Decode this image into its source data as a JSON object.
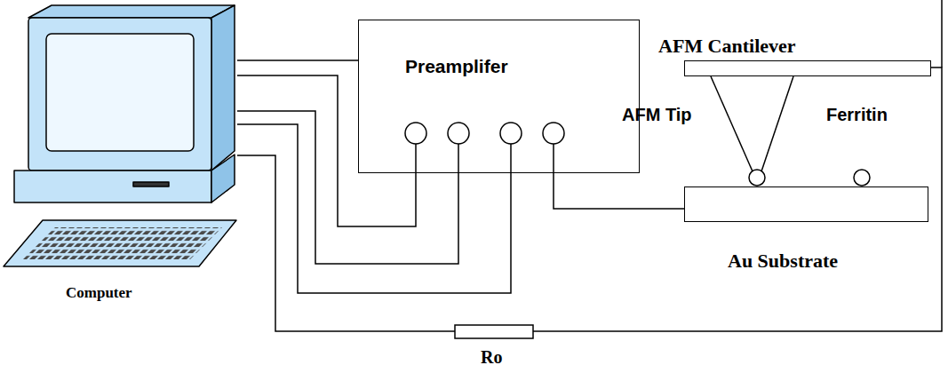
{
  "diagram": {
    "nodes": [
      {
        "text": [
          "Computer"
        ]
      },
      {
        "text": [
          "Preamplifer"
        ]
      },
      {
        "text": [
          "AFM Cantilever"
        ]
      },
      {
        "text": [
          "Au Substrate"
        ]
      }
    ],
    "edges": [
      {
        "from": 0,
        "to": 1,
        "arrow": "none"
      },
      {
        "from": 0,
        "to": 1,
        "arrow": "none"
      },
      {
        "from": 0,
        "to": 1,
        "arrow": "none"
      },
      {
        "from": 0,
        "to": 1,
        "arrow": "none"
      },
      {
        "from": 0,
        "to": 2,
        "arrow": "none"
      },
      {
        "from": 1,
        "to": 3,
        "arrow": "none"
      }
    ],
    "labels": [
      "AFM Tip",
      "Ferritin",
      "Ro"
    ]
  }
}
